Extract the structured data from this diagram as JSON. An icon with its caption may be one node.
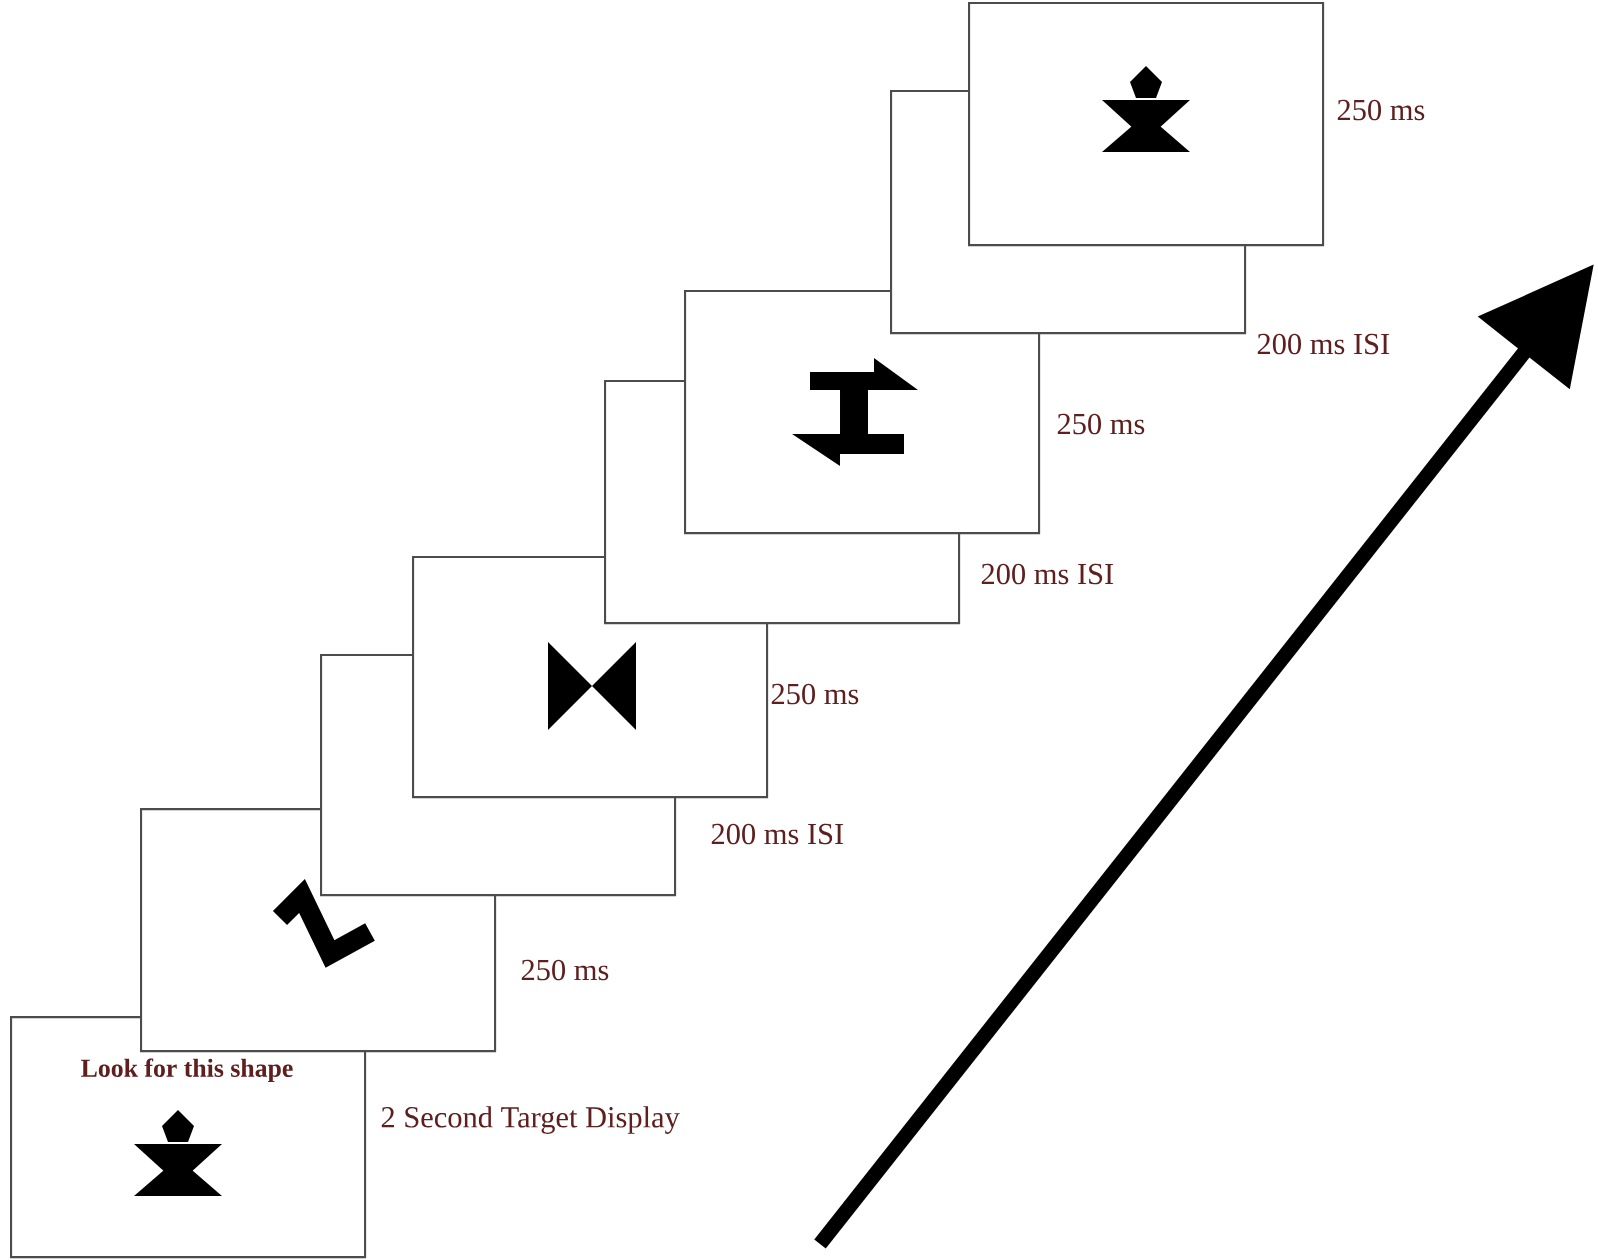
{
  "diagram": {
    "nodes": [
      {
        "text": [
          "Look for this shape"
        ],
        "beside": [
          "2 Second Target Display"
        ]
      },
      {
        "text": [],
        "shape": "box",
        "beside": [
          "250 ms"
        ]
      },
      {
        "text": [],
        "shape": "box",
        "beside": [
          "200 ms ISI"
        ]
      },
      {
        "text": [],
        "shape": "box",
        "beside": [
          "250 ms"
        ]
      },
      {
        "text": [],
        "shape": "box",
        "beside": [
          "200 ms ISI"
        ]
      },
      {
        "text": [],
        "shape": "box",
        "beside": [
          "250 ms"
        ]
      },
      {
        "text": [],
        "shape": "box",
        "beside": [
          "200 ms ISI"
        ]
      },
      {
        "text": [],
        "shape": "box",
        "beside": [
          "250 ms"
        ]
      }
    ]
  }
}
